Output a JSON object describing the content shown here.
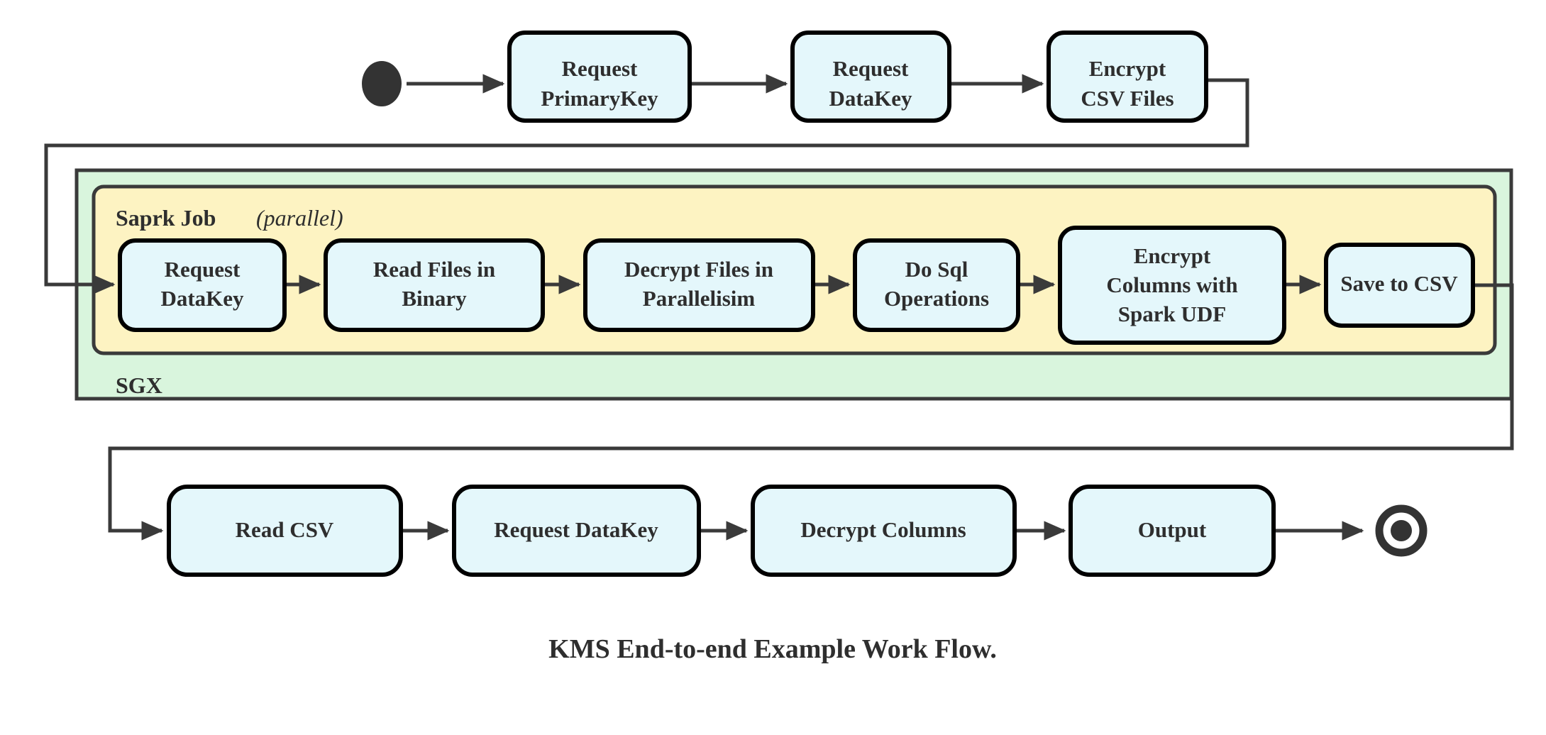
{
  "diagram": {
    "caption": "KMS End-to-end Example Work Flow.",
    "colors": {
      "node_fill": "#e4f7fb",
      "node_stroke": "#000000",
      "sgx_fill": "#d9f5dd",
      "spark_fill": "#fdf3c2",
      "line": "#3a3a3a",
      "text": "#2e2e2e",
      "background": "#ffffff"
    },
    "start_node": {
      "name": "start",
      "shape": "filled-circle"
    },
    "end_node": {
      "name": "end",
      "shape": "ring-with-dot"
    },
    "groups": [
      {
        "id": "sgx",
        "label": "SGX",
        "fill": "#d9f5dd"
      },
      {
        "id": "spark",
        "label": "Saprk Job",
        "qualifier": "(parallel)",
        "qualifier_open": "(",
        "qualifier_word": "parallel",
        "qualifier_close": ")",
        "fill": "#fdf3c2"
      }
    ],
    "rows": [
      {
        "id": "row-top",
        "nodes": [
          {
            "id": "request-primarykey",
            "lines": [
              "Request",
              "PrimaryKey"
            ]
          },
          {
            "id": "request-datakey-top",
            "lines": [
              "Request",
              "DataKey"
            ]
          },
          {
            "id": "encrypt-csv-files",
            "lines": [
              "Encrypt",
              "CSV Files"
            ]
          }
        ]
      },
      {
        "id": "row-spark",
        "nodes": [
          {
            "id": "request-datakey-spark",
            "lines": [
              "Request",
              "DataKey"
            ]
          },
          {
            "id": "read-files-in-binary",
            "lines": [
              "Read Files in",
              "Binary"
            ]
          },
          {
            "id": "decrypt-files-in-parallelisim",
            "lines": [
              "Decrypt Files in",
              "Parallelisim"
            ]
          },
          {
            "id": "do-sql-operations",
            "lines": [
              "Do Sql",
              "Operations"
            ]
          },
          {
            "id": "encrypt-columns-with-spark-udf",
            "lines": [
              "Encrypt",
              "Columns with",
              "Spark UDF"
            ]
          },
          {
            "id": "save-to-csv",
            "lines": [
              "Save to CSV"
            ]
          }
        ]
      },
      {
        "id": "row-bottom",
        "nodes": [
          {
            "id": "read-csv",
            "lines": [
              "Read CSV"
            ]
          },
          {
            "id": "request-datakey-bottom",
            "lines": [
              "Request DataKey"
            ]
          },
          {
            "id": "decrypt-columns",
            "lines": [
              "Decrypt Columns"
            ]
          },
          {
            "id": "output",
            "lines": [
              "Output"
            ]
          }
        ]
      }
    ],
    "flow_sequence": [
      "start",
      "Request PrimaryKey",
      "Request DataKey",
      "Encrypt CSV Files",
      "Request DataKey",
      "Read Files in Binary",
      "Decrypt Files in Parallelisim",
      "Do Sql Operations",
      "Encrypt Columns with Spark UDF",
      "Save to CSV",
      "Read CSV",
      "Request DataKey",
      "Decrypt Columns",
      "Output",
      "end"
    ]
  }
}
